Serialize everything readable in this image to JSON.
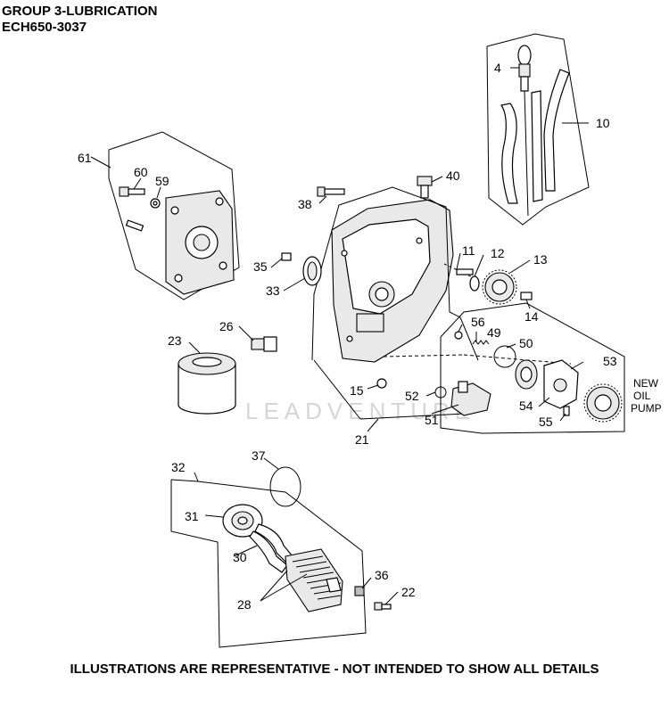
{
  "header": {
    "group": "GROUP 3-LUBRICATION",
    "model": "ECH650-3037"
  },
  "watermark": "LEADVENTURE",
  "new_oil_pump": [
    "NEW",
    "OIL",
    "PUMP"
  ],
  "callouts": {
    "c4": "4",
    "c10": "10",
    "c11": "11",
    "c12": "12",
    "c13": "13",
    "c14": "14",
    "c15": "15",
    "c21": "21",
    "c22": "22",
    "c23": "23",
    "c26": "26",
    "c28": "28",
    "c30": "30",
    "c31": "31",
    "c32": "32",
    "c33": "33",
    "c35": "35",
    "c36": "36",
    "c37": "37",
    "c38": "38",
    "c40": "40",
    "c49": "49",
    "c50": "50",
    "c51": "51",
    "c52": "52",
    "c53": "53",
    "c54": "54",
    "c55": "55",
    "c56": "56",
    "c59": "59",
    "c60": "60",
    "c61": "61"
  },
  "footer": "ILLUSTRATIONS ARE REPRESENTATIVE - NOT INTENDED TO SHOW ALL DETAILS"
}
